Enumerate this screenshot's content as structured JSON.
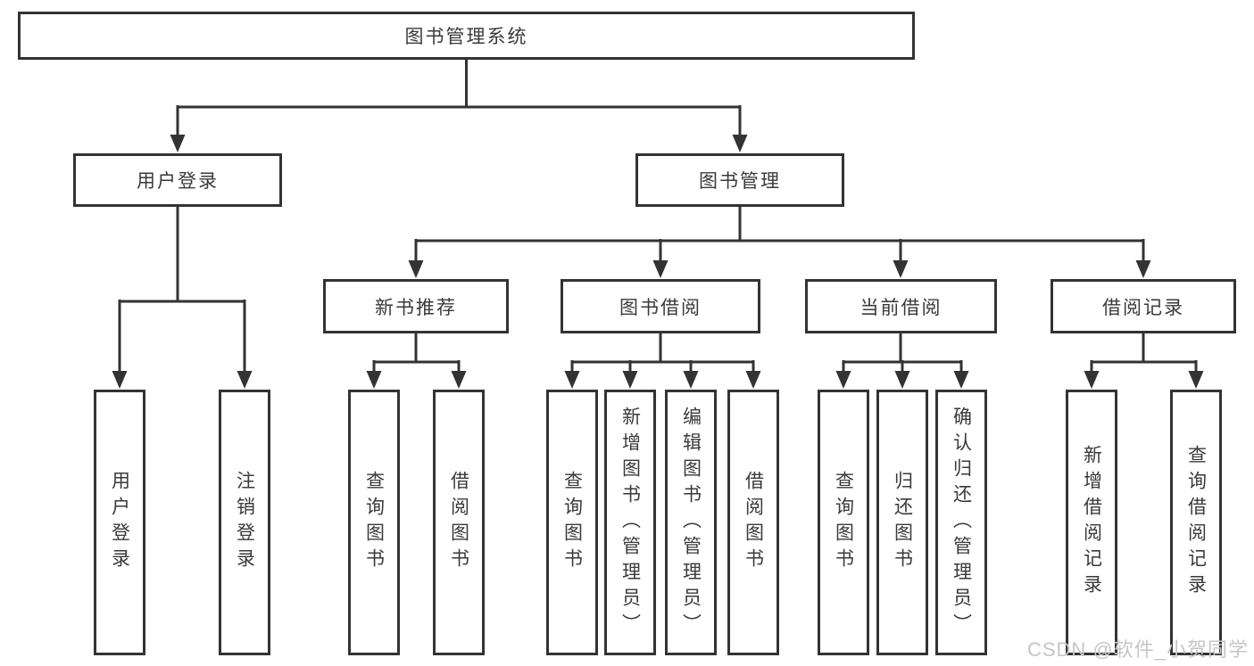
{
  "diagram": {
    "root": {
      "label": "图书管理系统"
    },
    "branches": [
      {
        "label": "用户登录",
        "children": [
          {
            "label": "用户登录"
          },
          {
            "label": "注销登录"
          }
        ]
      },
      {
        "label": "图书管理",
        "children": [
          {
            "label": "新书推荐",
            "children": [
              {
                "label": "查询图书"
              },
              {
                "label": "借阅图书"
              }
            ]
          },
          {
            "label": "图书借阅",
            "children": [
              {
                "label": "查询图书"
              },
              {
                "label": "新增图书（管理员）"
              },
              {
                "label": "编辑图书（管理员）"
              },
              {
                "label": "借阅图书"
              }
            ]
          },
          {
            "label": "当前借阅",
            "children": [
              {
                "label": "查询图书"
              },
              {
                "label": "归还图书"
              },
              {
                "label": "确认归还（管理员）"
              }
            ]
          },
          {
            "label": "借阅记录",
            "children": [
              {
                "label": "新增借阅记录"
              },
              {
                "label": "查询借阅记录"
              }
            ]
          }
        ]
      }
    ]
  },
  "watermark": {
    "text": "CSDN @软件_小贺同学"
  },
  "colors": {
    "line": "#333333",
    "box_border": "#333333",
    "text": "#3a3a3a",
    "watermark": "#c6c6c6",
    "background": "#ffffff"
  }
}
